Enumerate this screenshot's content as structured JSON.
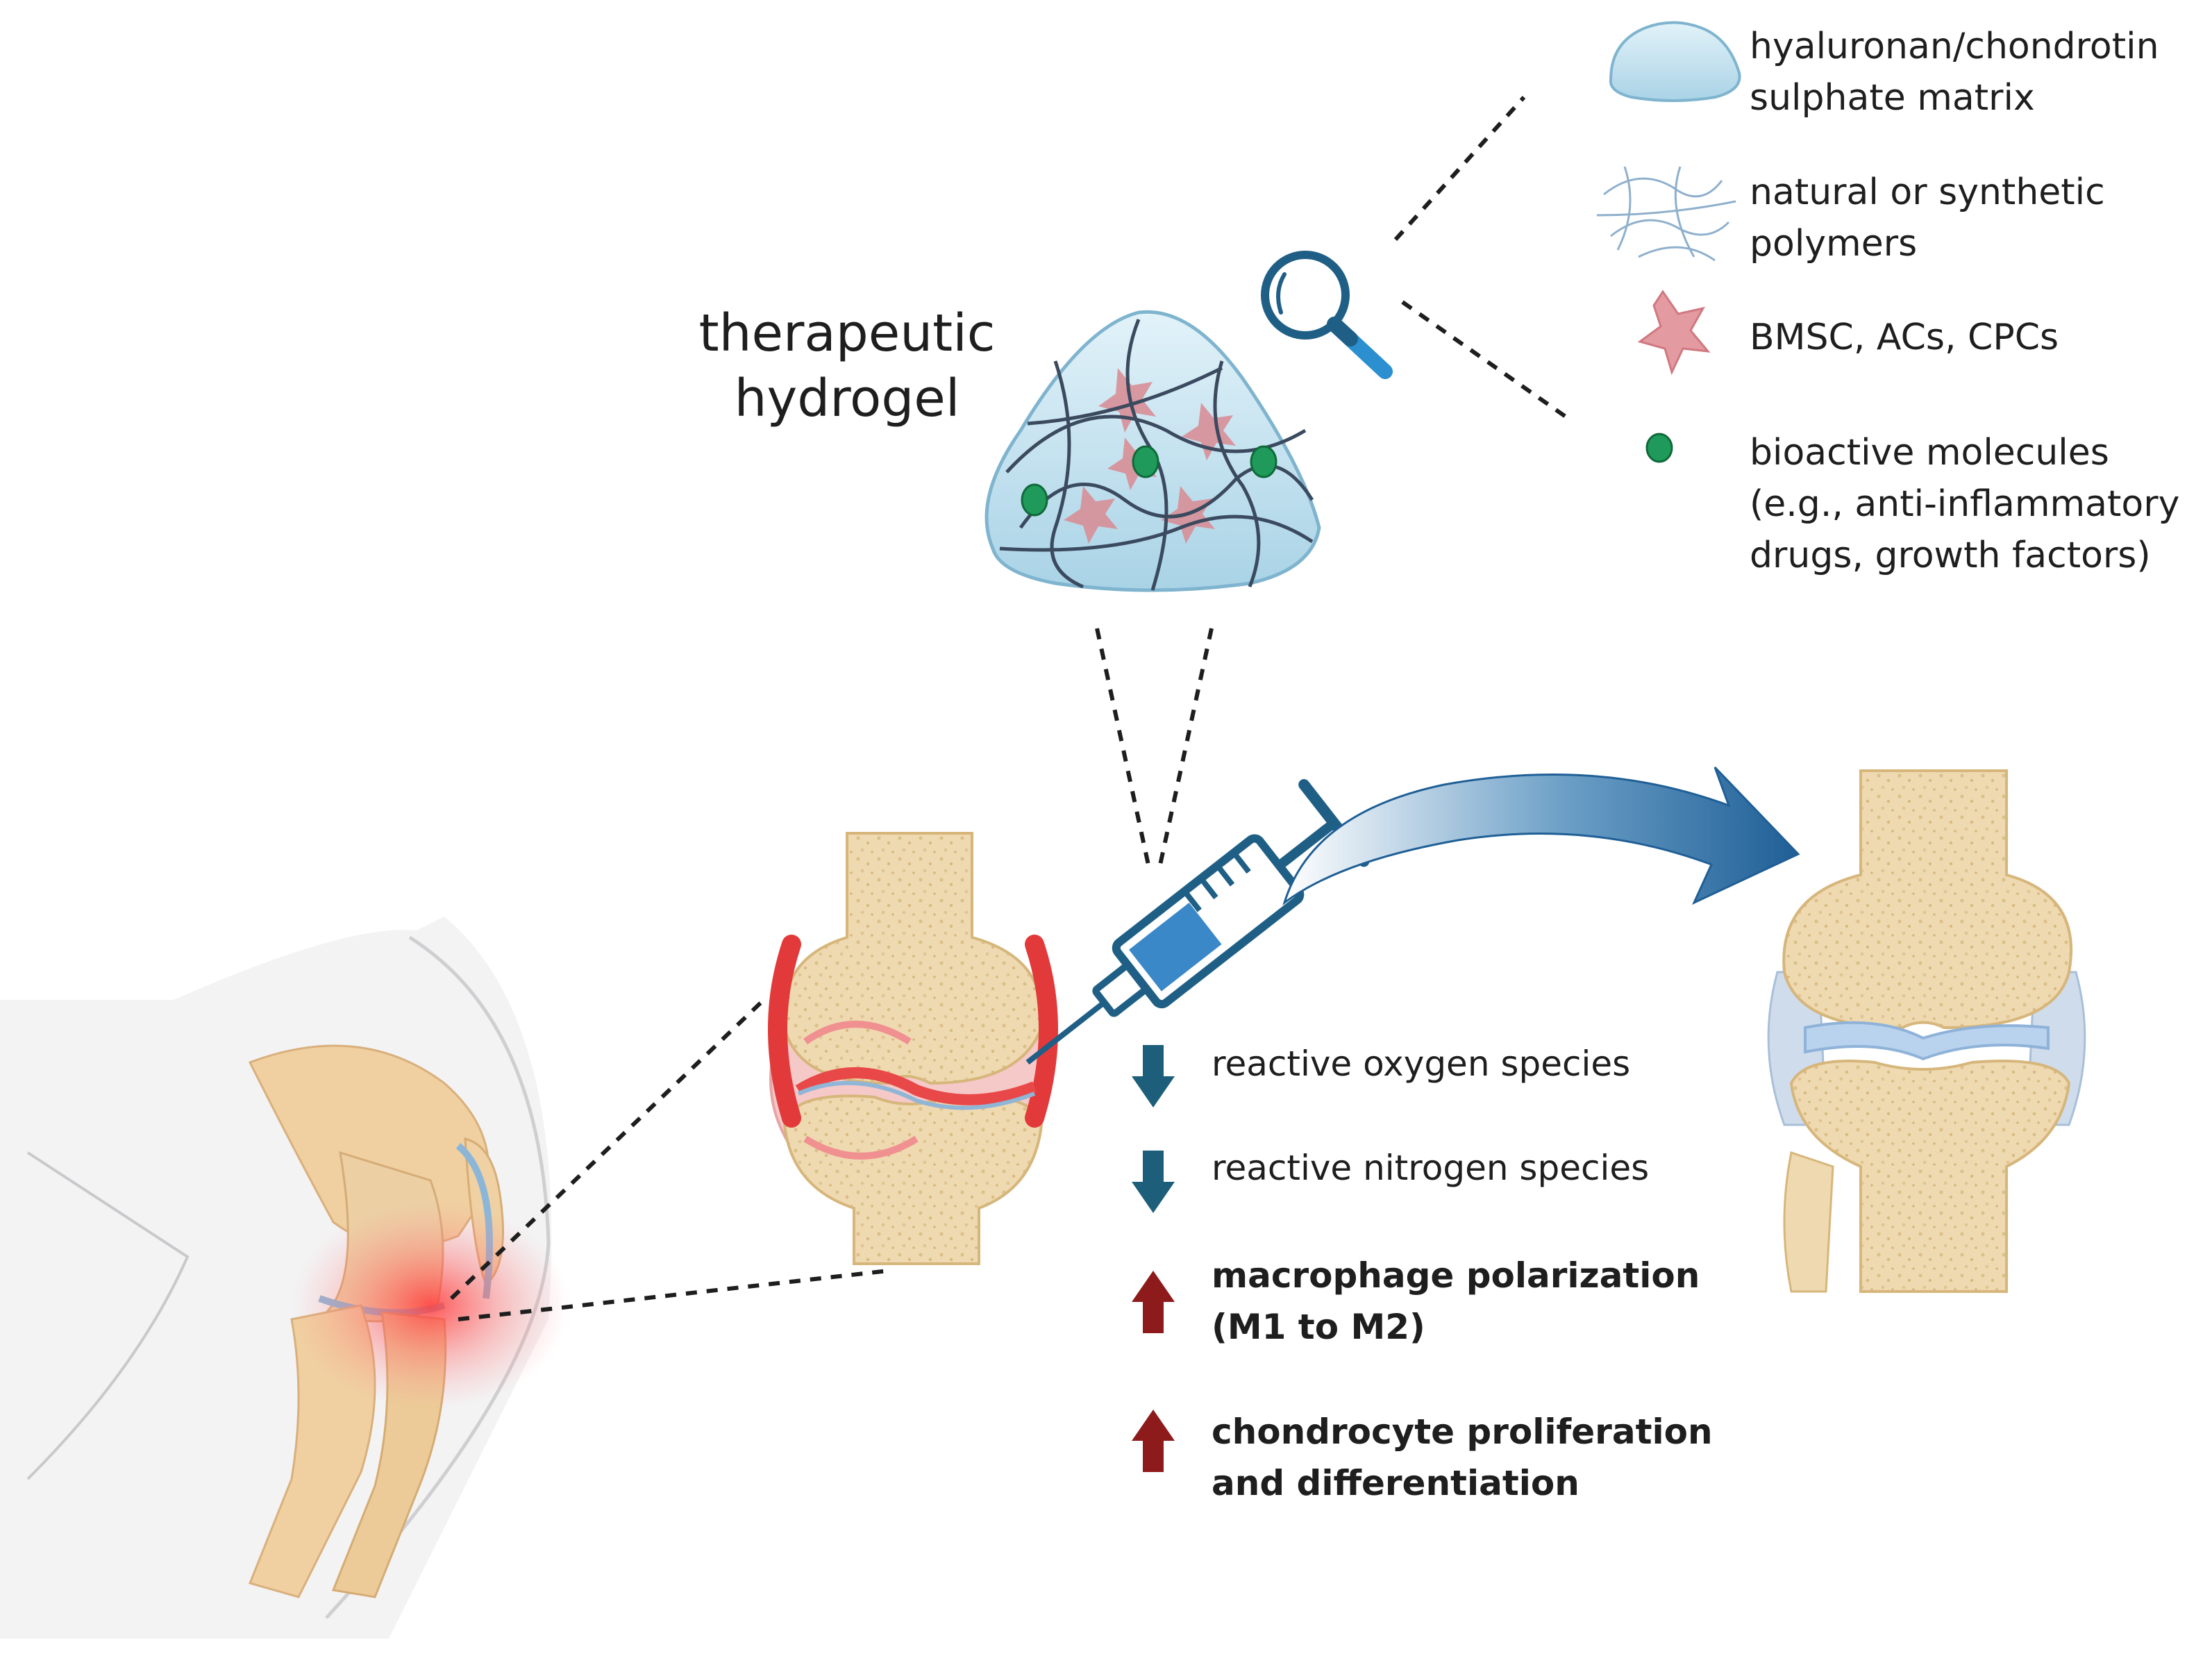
{
  "hydrogel_label": {
    "line1": "therapeutic",
    "line2": "hydrogel"
  },
  "legend": [
    {
      "icon": "matrix-dome-icon",
      "lines": [
        "hyaluronan/chondrotin",
        "sulphate matrix"
      ]
    },
    {
      "icon": "polymer-fibers-icon",
      "lines": [
        "natural or synthetic",
        "polymers"
      ]
    },
    {
      "icon": "cell-icon",
      "lines": [
        "BMSC, ACs, CPCs"
      ]
    },
    {
      "icon": "molecule-dot-icon",
      "lines": [
        "bioactive molecules",
        "(e.g., anti-inflammatory",
        "drugs, growth factors)"
      ]
    }
  ],
  "effects": [
    {
      "direction": "down",
      "lines": [
        "reactive oxygen species"
      ],
      "bold": false
    },
    {
      "direction": "down",
      "lines": [
        "reactive nitrogen species"
      ],
      "bold": false
    },
    {
      "direction": "up",
      "lines": [
        "macrophage polarization",
        "(M1 to M2)"
      ],
      "bold": true
    },
    {
      "direction": "up",
      "lines": [
        "chondrocyte proliferation",
        "and differentiation"
      ],
      "bold": true
    }
  ],
  "colors": {
    "hydrogel": "#bfe0ee",
    "polymer": "#3b4a5e",
    "cell": "#d98a92",
    "molecule": "#1f9a5a",
    "bone": "#efd9b0",
    "cartilage": "#a9c9e8",
    "inflammation": "#e23a3a",
    "arrow_down": "#1d5f7a",
    "arrow_up": "#8e1b1b",
    "syringe": "#1f5f86"
  }
}
